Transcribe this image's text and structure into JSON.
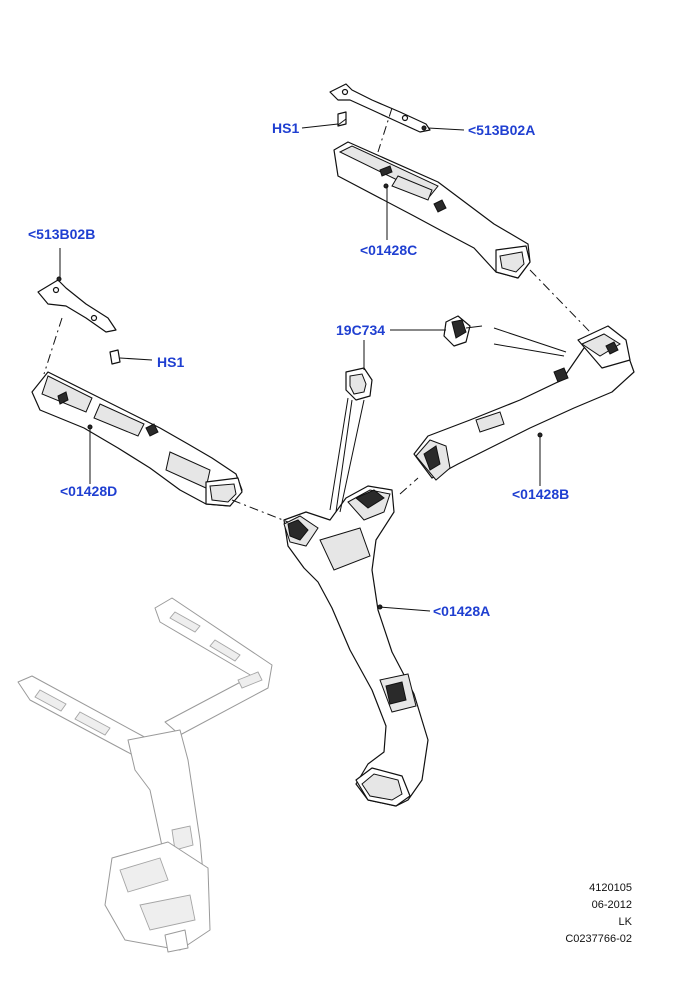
{
  "callouts": {
    "hs1_top": "HS1",
    "bracket_top": "<513B02A",
    "duct_top": "<01428C",
    "bracket_left": "<513B02B",
    "hs1_left": "HS1",
    "duct_left": "<01428D",
    "clip": "19C734",
    "duct_right": "<01428B",
    "duct_center": "<01428A"
  },
  "footer": {
    "illustration_number": "4120105",
    "date": "06-2012",
    "code": "LK",
    "reference": "C0237766-02"
  },
  "colors": {
    "callout_text": "#1f3fd1",
    "line_art": "#111111",
    "ghost_overview": "#9a9a9a"
  }
}
